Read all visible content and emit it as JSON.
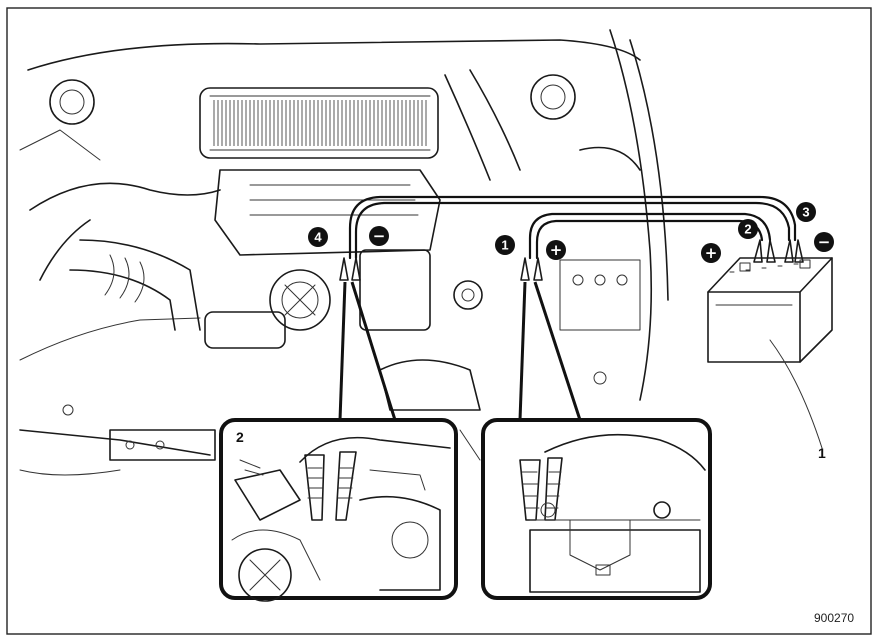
{
  "labels": {
    "step1": "1",
    "step2": "2",
    "step3": "3",
    "step4": "4",
    "plus": "+",
    "minus": "−",
    "callout_battery": "1",
    "callout_inset": "2",
    "figure_code": "900270"
  }
}
